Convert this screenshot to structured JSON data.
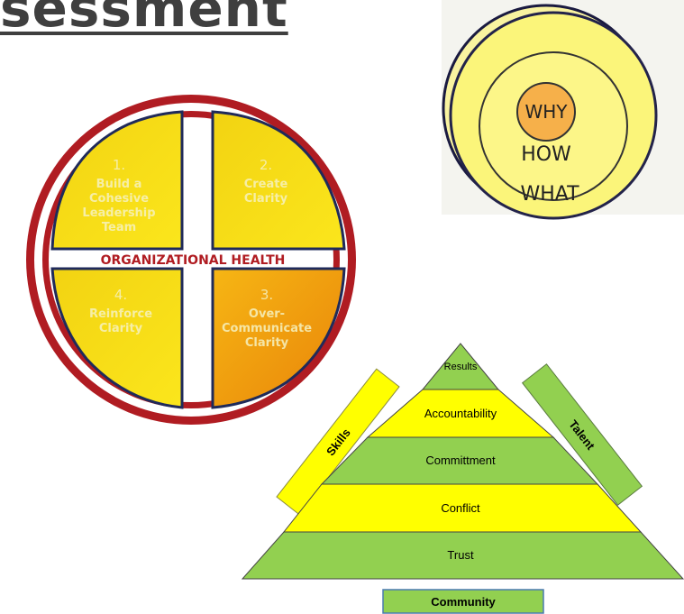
{
  "title": "sessment",
  "health_circle": {
    "banner": "ORGANIZATIONAL HEALTH",
    "quadrants": [
      {
        "number": "1.",
        "lines": [
          "Build a",
          "Cohesive",
          "Leadership",
          "Team"
        ]
      },
      {
        "number": "2.",
        "lines": [
          "Create",
          "Clarity"
        ]
      },
      {
        "number": "3.",
        "lines": [
          "Over-",
          "Communicate",
          "Clarity"
        ]
      },
      {
        "number": "4.",
        "lines": [
          "Reinforce",
          "Clarity"
        ]
      }
    ]
  },
  "golden_circle": {
    "why": "WHY",
    "how": "HOW",
    "what": "WHAT"
  },
  "pyramid": {
    "levels": [
      "Results",
      "Accountability",
      "Committment",
      "Conflict",
      "Trust"
    ],
    "left_bar": "Skills",
    "right_bar": "Talent",
    "base_box": "Community"
  },
  "colors": {
    "yellow": "#ffff00",
    "green": "#92d050",
    "red_ring": "#b01c22",
    "navy": "#1f2a5a",
    "orange": "#f0960e"
  }
}
